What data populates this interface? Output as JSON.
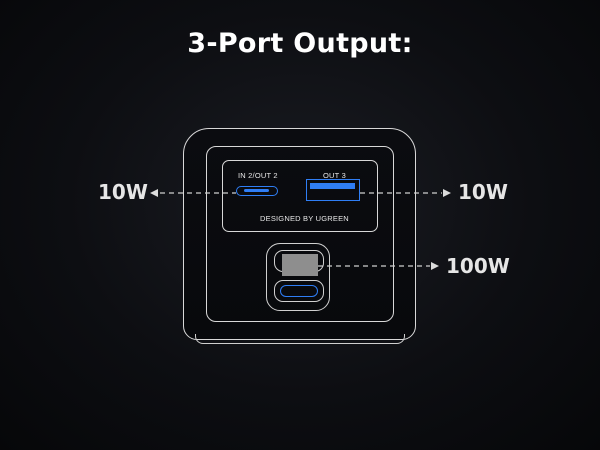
{
  "title": "3-Port Output:",
  "brand_text": "DESIGNED BY UGREEN",
  "ports": [
    {
      "label": "IN 2/OUT 2",
      "type": "usb-c",
      "power": "10W"
    },
    {
      "label": "OUT 3",
      "type": "usb-a",
      "power": "10W"
    },
    {
      "label": "",
      "type": "dc",
      "power": "100W"
    }
  ],
  "colors": {
    "port_accent": "#2f7ef5",
    "outline": "#d8d8d8",
    "background": "#0d0e12"
  },
  "icons": [
    "arrow-left-icon",
    "arrow-right-icon"
  ]
}
